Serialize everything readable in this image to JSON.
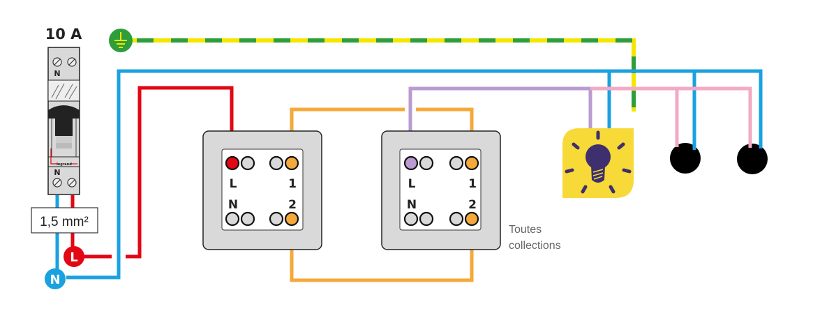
{
  "breaker": {
    "rating": "10 A",
    "top_terminal_label": "N",
    "bottom_terminal_label": "N",
    "brand": "legrand"
  },
  "cable_section": "1,5 mm²",
  "supply": {
    "phase_label": "L",
    "neutral_label": "N",
    "earth_icon": "earth-ground-icon"
  },
  "switches": [
    {
      "id": "switch-1",
      "terminals": {
        "L": "L",
        "N": "N",
        "one": "1",
        "two": "2"
      }
    },
    {
      "id": "switch-2",
      "terminals": {
        "L": "L",
        "N": "N",
        "one": "1",
        "two": "2"
      }
    }
  ],
  "note": {
    "line1": "Toutes",
    "line2": "collections"
  },
  "lamp": {
    "icon": "light-bulb-icon"
  },
  "colors": {
    "phase": "#e30613",
    "neutral": "#1aa1e0",
    "earth_green": "#2e9e3a",
    "earth_yellow": "#f5e600",
    "traveler": "#f4a93a",
    "switched_live": "#b99bd1",
    "lamp_return": "#f3a9c4",
    "lamp_bg": "#f7d938",
    "lamp_icon": "#3e2f6e",
    "switch_plate": "#d9d9d9"
  }
}
